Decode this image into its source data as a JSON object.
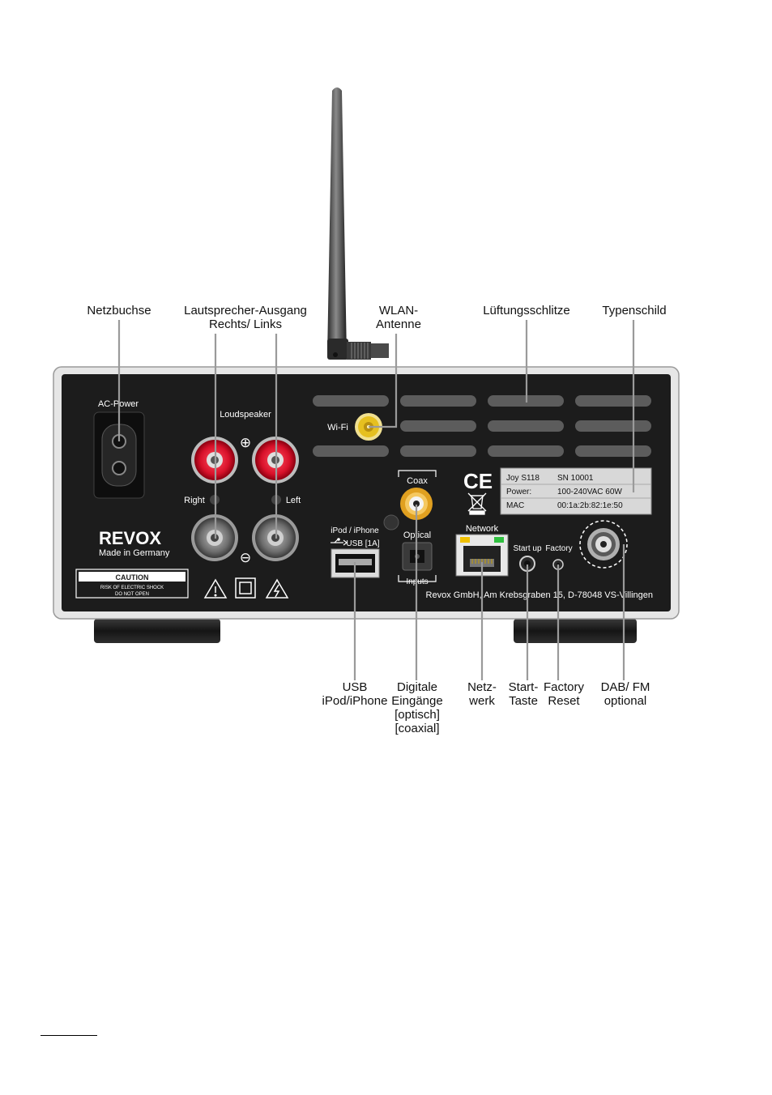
{
  "callouts": {
    "netzbuchse": [
      "Netzbuchse"
    ],
    "lautsprecher": [
      "Lautsprecher-Ausgang",
      "Rechts/ Links"
    ],
    "wlan": [
      "WLAN-",
      "Antenne"
    ],
    "lueftung": [
      "Lüftungsschlitze"
    ],
    "typenschild": [
      "Typenschild"
    ],
    "usb": [
      "USB",
      "iPod/iPhone"
    ],
    "digitale": [
      "Digitale",
      "Eingänge",
      "[optisch]",
      "[coaxial]"
    ],
    "netzwerk": [
      "Netz-",
      "werk"
    ],
    "start": [
      "Start-",
      "Taste"
    ],
    "factory": [
      "Factory",
      "Reset"
    ],
    "dab": [
      "DAB/ FM",
      "optional"
    ]
  },
  "panel": {
    "ac_power": "AC-Power",
    "loudspeaker": "Loudspeaker",
    "right": "Right",
    "left": "Left",
    "wifi": "Wi-Fi",
    "coax": "Coax",
    "optical": "Optical",
    "inputs": "Inputs",
    "ipod": "iPod / iPhone",
    "usb": "USB [1A]",
    "network": "Network",
    "startup": "Start up",
    "factory": "Factory",
    "brand": "REVOX",
    "made_in": "Made in Germany",
    "caution_title": "CAUTION",
    "caution_line1": "RISK OF ELECTRIC SHOCK",
    "caution_line2": "DO NOT OPEN",
    "address": "Revox GmbH, Am Krebsgraben 15, D-78048 VS-Villingen",
    "ce": "CE",
    "plus_symbol": "⊕",
    "minus_symbol": "⊖"
  },
  "type_plate": {
    "row1_label": "Joy S118",
    "row1_value": "SN 10001",
    "row2_label": "Power:",
    "row2_value": "100-240VAC  60W",
    "row3_label": "MAC",
    "row3_value": "00:1a:2b:82:1e:50"
  },
  "colors": {
    "panel": "#1c1c1c",
    "frame": "#e6e6e6",
    "binding_red": "#d8112a",
    "binding_grey": "#8a8a8a",
    "gold": "#e0a020",
    "wifi_gold": "#e6c020",
    "led_yellow": "#f0c000",
    "led_green": "#30c040"
  }
}
